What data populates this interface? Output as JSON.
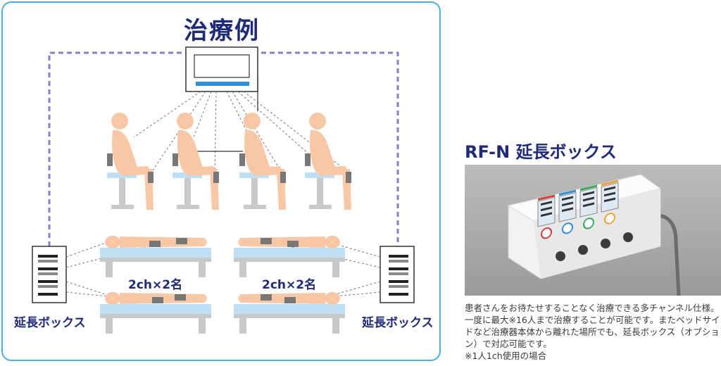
{
  "diagram": {
    "title": "治療例",
    "group_label_left": "2ch×2名",
    "group_label_right": "2ch×2名",
    "extension_label_left": "延長ボックス",
    "extension_label_right": "延長ボックス"
  },
  "product": {
    "title": "RF-N 延長ボックス",
    "description": "患者さんをお待たせすることなく治療できる多チャンネル仕様。一度に最大※16人まで治療することが可能です。またベッドサイドなど治療器本体から離れた場所でも、延長ボックス（オプション）で対応可能です。",
    "footnote": "※1人1ch使用の場合"
  },
  "colors": {
    "accent_border": "#4aaee0",
    "title_navy": "#1f2a78",
    "dashed_purple": "#8a7fc4",
    "skin": "#f8c8a6",
    "bed_blue": "#bfe0f4",
    "furniture_gray": "#c9c9c9"
  }
}
